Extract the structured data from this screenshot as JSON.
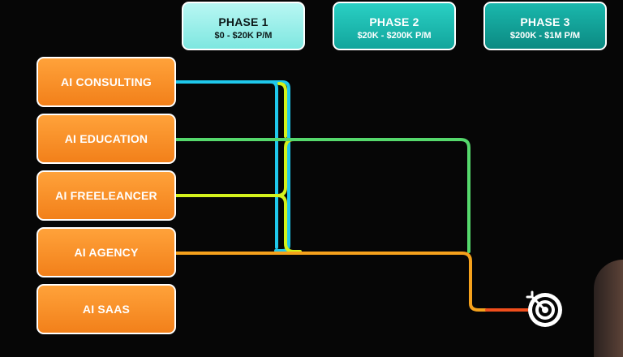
{
  "phases": [
    {
      "title": "PHASE 1",
      "range": "$0 - $20K P/M"
    },
    {
      "title": "PHASE 2",
      "range": "$20K - $200K P/M"
    },
    {
      "title": "PHASE 3",
      "range": "$200K - $1M P/M"
    }
  ],
  "businesses": [
    {
      "label": "AI CONSULTING"
    },
    {
      "label": "AI EDUCATION"
    },
    {
      "label": "AI FREELEANCER"
    },
    {
      "label": "AI AGENCY"
    },
    {
      "label": "AI SAAS"
    }
  ],
  "colors": {
    "background": "#060606",
    "business_fill": "#f7901f",
    "route_consulting": "#1fc8ec",
    "route_education": "#55d86c",
    "route_freelancer": "#d4f21c",
    "route_agency": "#f5a11c",
    "route_final": "#f04e1c",
    "target": "#ffffff"
  },
  "icons": {
    "goal": "target-icon"
  }
}
